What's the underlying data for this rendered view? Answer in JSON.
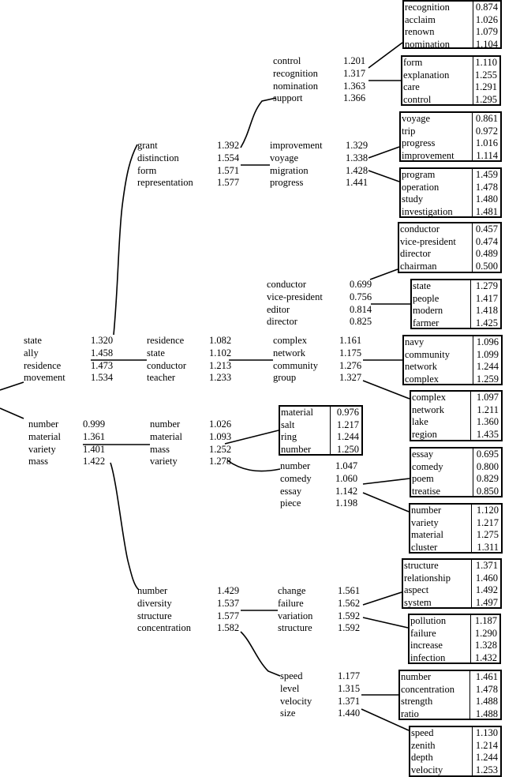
{
  "groups": {
    "g_root_a": [
      [
        "state",
        "1.320"
      ],
      [
        "ally",
        "1.458"
      ],
      [
        "residence",
        "1.473"
      ],
      [
        "movement",
        "1.534"
      ]
    ],
    "g_root_b": [
      [
        "number",
        "0.999"
      ],
      [
        "material",
        "1.361"
      ],
      [
        "variety",
        "1.401"
      ],
      [
        "mass",
        "1.422"
      ]
    ],
    "g_grant": [
      [
        "grant",
        "1.392"
      ],
      [
        "distinction",
        "1.554"
      ],
      [
        "form",
        "1.571"
      ],
      [
        "representation",
        "1.577"
      ]
    ],
    "g_residence": [
      [
        "residence",
        "1.082"
      ],
      [
        "state",
        "1.102"
      ],
      [
        "conductor",
        "1.213"
      ],
      [
        "teacher",
        "1.233"
      ]
    ],
    "g_number2": [
      [
        "number",
        "1.026"
      ],
      [
        "material",
        "1.093"
      ],
      [
        "mass",
        "1.252"
      ],
      [
        "variety",
        "1.278"
      ]
    ],
    "g_number3": [
      [
        "number",
        "1.429"
      ],
      [
        "diversity",
        "1.537"
      ],
      [
        "structure",
        "1.577"
      ],
      [
        "concentration",
        "1.582"
      ]
    ],
    "g_control": [
      [
        "control",
        "1.201"
      ],
      [
        "recognition",
        "1.317"
      ],
      [
        "nomination",
        "1.363"
      ],
      [
        "support",
        "1.366"
      ]
    ],
    "g_improvement": [
      [
        "improvement",
        "1.329"
      ],
      [
        "voyage",
        "1.338"
      ],
      [
        "migration",
        "1.428"
      ],
      [
        "progress",
        "1.441"
      ]
    ],
    "g_conductor": [
      [
        "conductor",
        "0.699"
      ],
      [
        "vice-president",
        "0.756"
      ],
      [
        "editor",
        "0.814"
      ],
      [
        "director",
        "0.825"
      ]
    ],
    "g_complex": [
      [
        "complex",
        "1.161"
      ],
      [
        "network",
        "1.175"
      ],
      [
        "community",
        "1.276"
      ],
      [
        "group",
        "1.327"
      ]
    ],
    "g_number4": [
      [
        "number",
        "1.047"
      ],
      [
        "comedy",
        "1.060"
      ],
      [
        "essay",
        "1.142"
      ],
      [
        "piece",
        "1.198"
      ]
    ],
    "g_change": [
      [
        "change",
        "1.561"
      ],
      [
        "failure",
        "1.562"
      ],
      [
        "variation",
        "1.592"
      ],
      [
        "structure",
        "1.592"
      ]
    ],
    "g_speed": [
      [
        "speed",
        "1.177"
      ],
      [
        "level",
        "1.315"
      ],
      [
        "velocity",
        "1.371"
      ],
      [
        "size",
        "1.440"
      ]
    ]
  },
  "boxes": {
    "b_recognition": [
      [
        "recognition",
        "0.874"
      ],
      [
        "acclaim",
        "1.026"
      ],
      [
        "renown",
        "1.079"
      ],
      [
        "nomination",
        "1.104"
      ]
    ],
    "b_form": [
      [
        "form",
        "1.110"
      ],
      [
        "explanation",
        "1.255"
      ],
      [
        "care",
        "1.291"
      ],
      [
        "control",
        "1.295"
      ]
    ],
    "b_voyage": [
      [
        "voyage",
        "0.861"
      ],
      [
        "trip",
        "0.972"
      ],
      [
        "progress",
        "1.016"
      ],
      [
        "improvement",
        "1.114"
      ]
    ],
    "b_program": [
      [
        "program",
        "1.459"
      ],
      [
        "operation",
        "1.478"
      ],
      [
        "study",
        "1.480"
      ],
      [
        "investigation",
        "1.481"
      ]
    ],
    "b_conductor": [
      [
        "conductor",
        "0.457"
      ],
      [
        "vice-president",
        "0.474"
      ],
      [
        "director",
        "0.489"
      ],
      [
        "chairman",
        "0.500"
      ]
    ],
    "b_state": [
      [
        "state",
        "1.279"
      ],
      [
        "people",
        "1.417"
      ],
      [
        "modern",
        "1.418"
      ],
      [
        "farmer",
        "1.425"
      ]
    ],
    "b_navy": [
      [
        "navy",
        "1.096"
      ],
      [
        "community",
        "1.099"
      ],
      [
        "network",
        "1.244"
      ],
      [
        "complex",
        "1.259"
      ]
    ],
    "b_complex": [
      [
        "complex",
        "1.097"
      ],
      [
        "network",
        "1.211"
      ],
      [
        "lake",
        "1.360"
      ],
      [
        "region",
        "1.435"
      ]
    ],
    "b_material": [
      [
        "material",
        "0.976"
      ],
      [
        "salt",
        "1.217"
      ],
      [
        "ring",
        "1.244"
      ],
      [
        "number",
        "1.250"
      ]
    ],
    "b_essay": [
      [
        "essay",
        "0.695"
      ],
      [
        "comedy",
        "0.800"
      ],
      [
        "poem",
        "0.829"
      ],
      [
        "treatise",
        "0.850"
      ]
    ],
    "b_number": [
      [
        "number",
        "1.120"
      ],
      [
        "variety",
        "1.217"
      ],
      [
        "material",
        "1.275"
      ],
      [
        "cluster",
        "1.311"
      ]
    ],
    "b_structure": [
      [
        "structure",
        "1.371"
      ],
      [
        "relationship",
        "1.460"
      ],
      [
        "aspect",
        "1.492"
      ],
      [
        "system",
        "1.497"
      ]
    ],
    "b_pollution": [
      [
        "pollution",
        "1.187"
      ],
      [
        "failure",
        "1.290"
      ],
      [
        "increase",
        "1.328"
      ],
      [
        "infection",
        "1.432"
      ]
    ],
    "b_number2": [
      [
        "number",
        "1.461"
      ],
      [
        "concentration",
        "1.478"
      ],
      [
        "strength",
        "1.488"
      ],
      [
        "ratio",
        "1.488"
      ]
    ],
    "b_speed": [
      [
        "speed",
        "1.130"
      ],
      [
        "zenith",
        "1.214"
      ],
      [
        "depth",
        "1.244"
      ],
      [
        "velocity",
        "1.253"
      ]
    ]
  }
}
